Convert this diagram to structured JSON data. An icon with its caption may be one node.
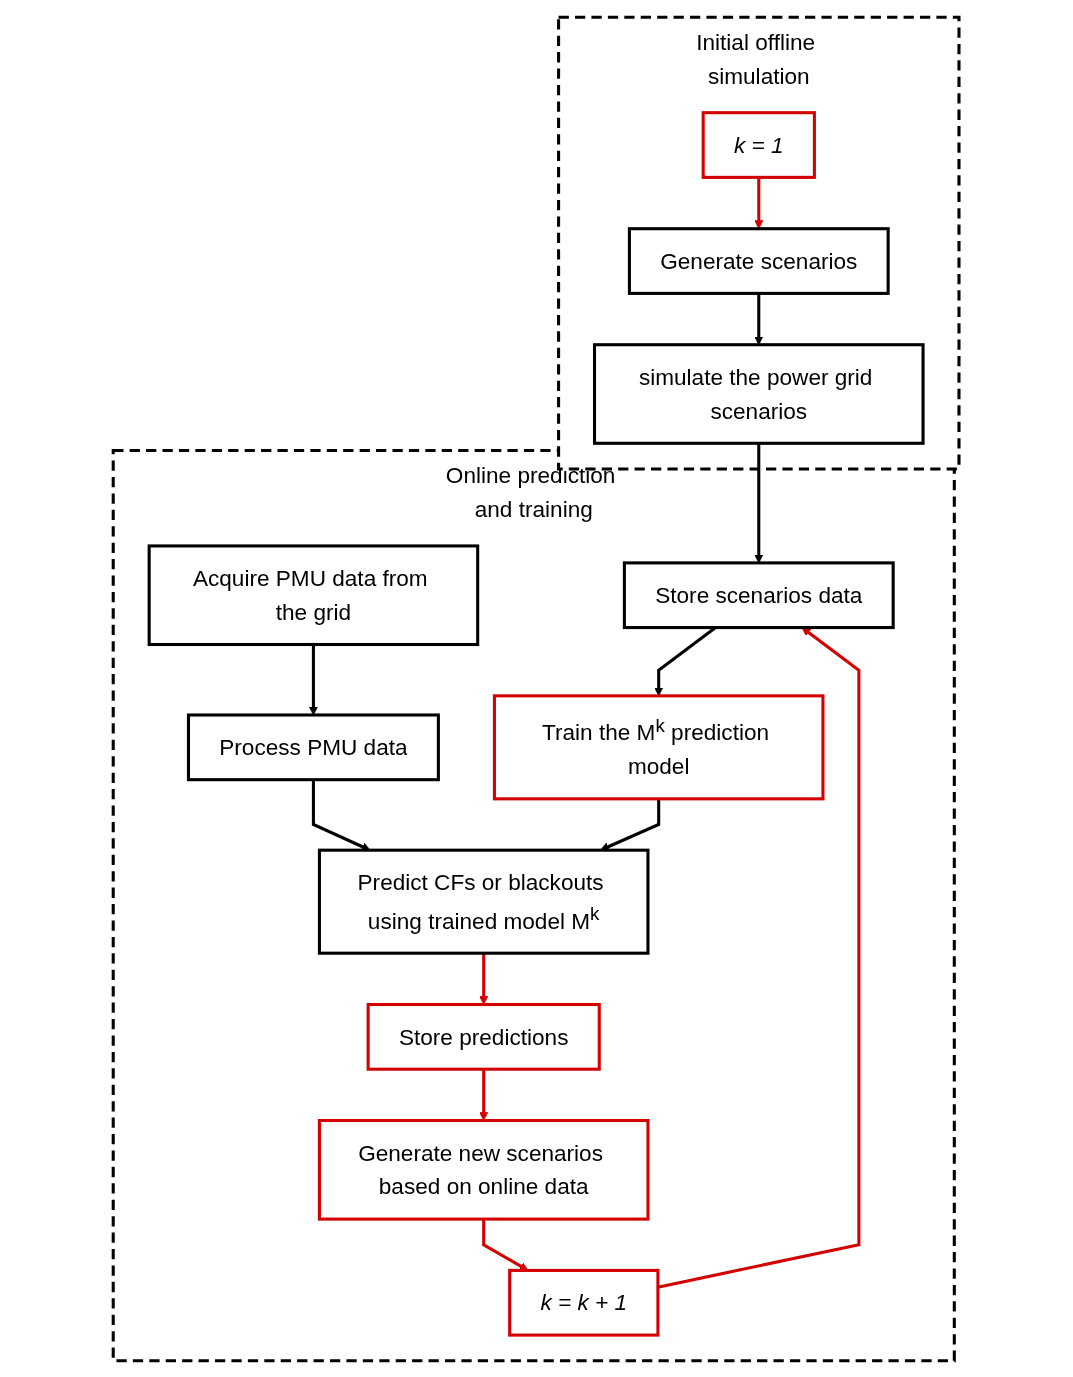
{
  "diagram": {
    "nodes": [
      {
        "text": [
          "Initial offline simulation"
        ]
      },
      {
        "text": [
          "k = 1"
        ],
        "in": 0
      },
      {
        "text": [
          "Generate scenarios"
        ],
        "in": 0
      },
      {
        "text": [
          "simulate the power grid scenarios"
        ],
        "in": 0
      },
      {
        "text": [
          "Online prediction and training"
        ]
      },
      {
        "text": [
          "Acquire PMU data from the grid"
        ],
        "in": 4
      },
      {
        "text": [
          "Process PMU data"
        ],
        "in": 4
      },
      {
        "text": [
          "Store scenarios data"
        ],
        "in": 4
      },
      {
        "text": [
          "Predict CFs or blackouts using trained model M$^{k}$"
        ],
        "in": 4
      },
      {
        "text": [
          "Train the M$^{k}$ prediction model"
        ],
        "in": 4
      },
      {
        "text": [
          "Store predictions"
        ],
        "in": 4
      },
      {
        "text": [
          "k = k + 1"
        ],
        "in": 4
      },
      {
        "text": [
          "Generate new scenarios based on online data"
        ],
        "in": 4
      }
    ],
    "edges": [
      {
        "from": 1,
        "to": 2,
        "arrow": "to",
        "color": "#d40000"
      },
      {
        "from": 2,
        "to": 3,
        "arrow": "to"
      },
      {
        "from": 3,
        "to": 7,
        "arrow": "to"
      },
      {
        "from": 5,
        "to": 6,
        "arrow": "to"
      },
      {
        "from": 6,
        "to": 8,
        "arrow": "to"
      },
      {
        "from": 7,
        "to": 9,
        "arrow": "to"
      },
      {
        "from": 9,
        "to": 8,
        "arrow": "to"
      },
      {
        "from": 8,
        "to": 10,
        "arrow": "to",
        "color": "#d40000"
      },
      {
        "from": 10,
        "to": 12,
        "arrow": "to",
        "color": "#d40000"
      },
      {
        "from": 12,
        "to": 11,
        "arrow": "to",
        "color": "#d40000"
      },
      {
        "from": 11,
        "to": 7,
        "arrow": "to",
        "color": "#d40000"
      }
    ]
  }
}
